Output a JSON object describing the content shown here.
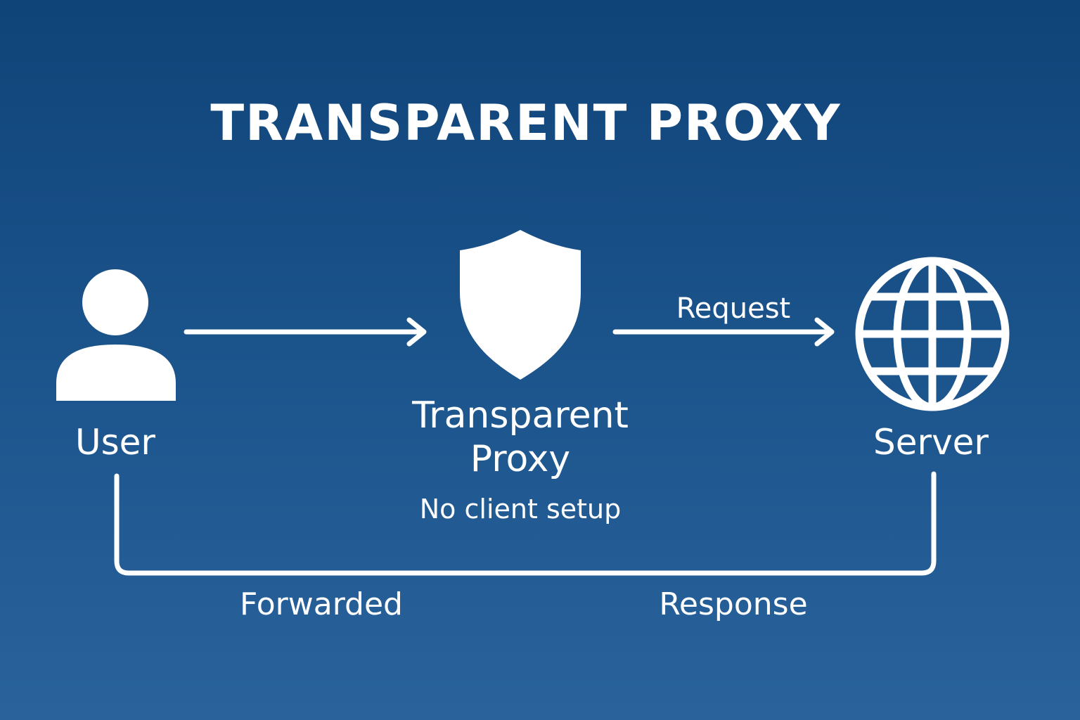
{
  "title": "TRANSPARENT PROXY",
  "nodes": {
    "user": {
      "label": "User",
      "icon": "user-icon"
    },
    "proxy": {
      "label": "Transparent Proxy",
      "sublabel": "No client setup",
      "icon": "shield-icon"
    },
    "server": {
      "label": "Server",
      "icon": "globe-icon"
    }
  },
  "edges": {
    "request": {
      "label": "Request"
    },
    "forwarded": {
      "label": "Forwarded"
    },
    "response": {
      "label": "Response"
    }
  },
  "colors": {
    "background_top": "#0f4478",
    "background_bottom": "#2a639c",
    "foreground": "#ffffff"
  }
}
